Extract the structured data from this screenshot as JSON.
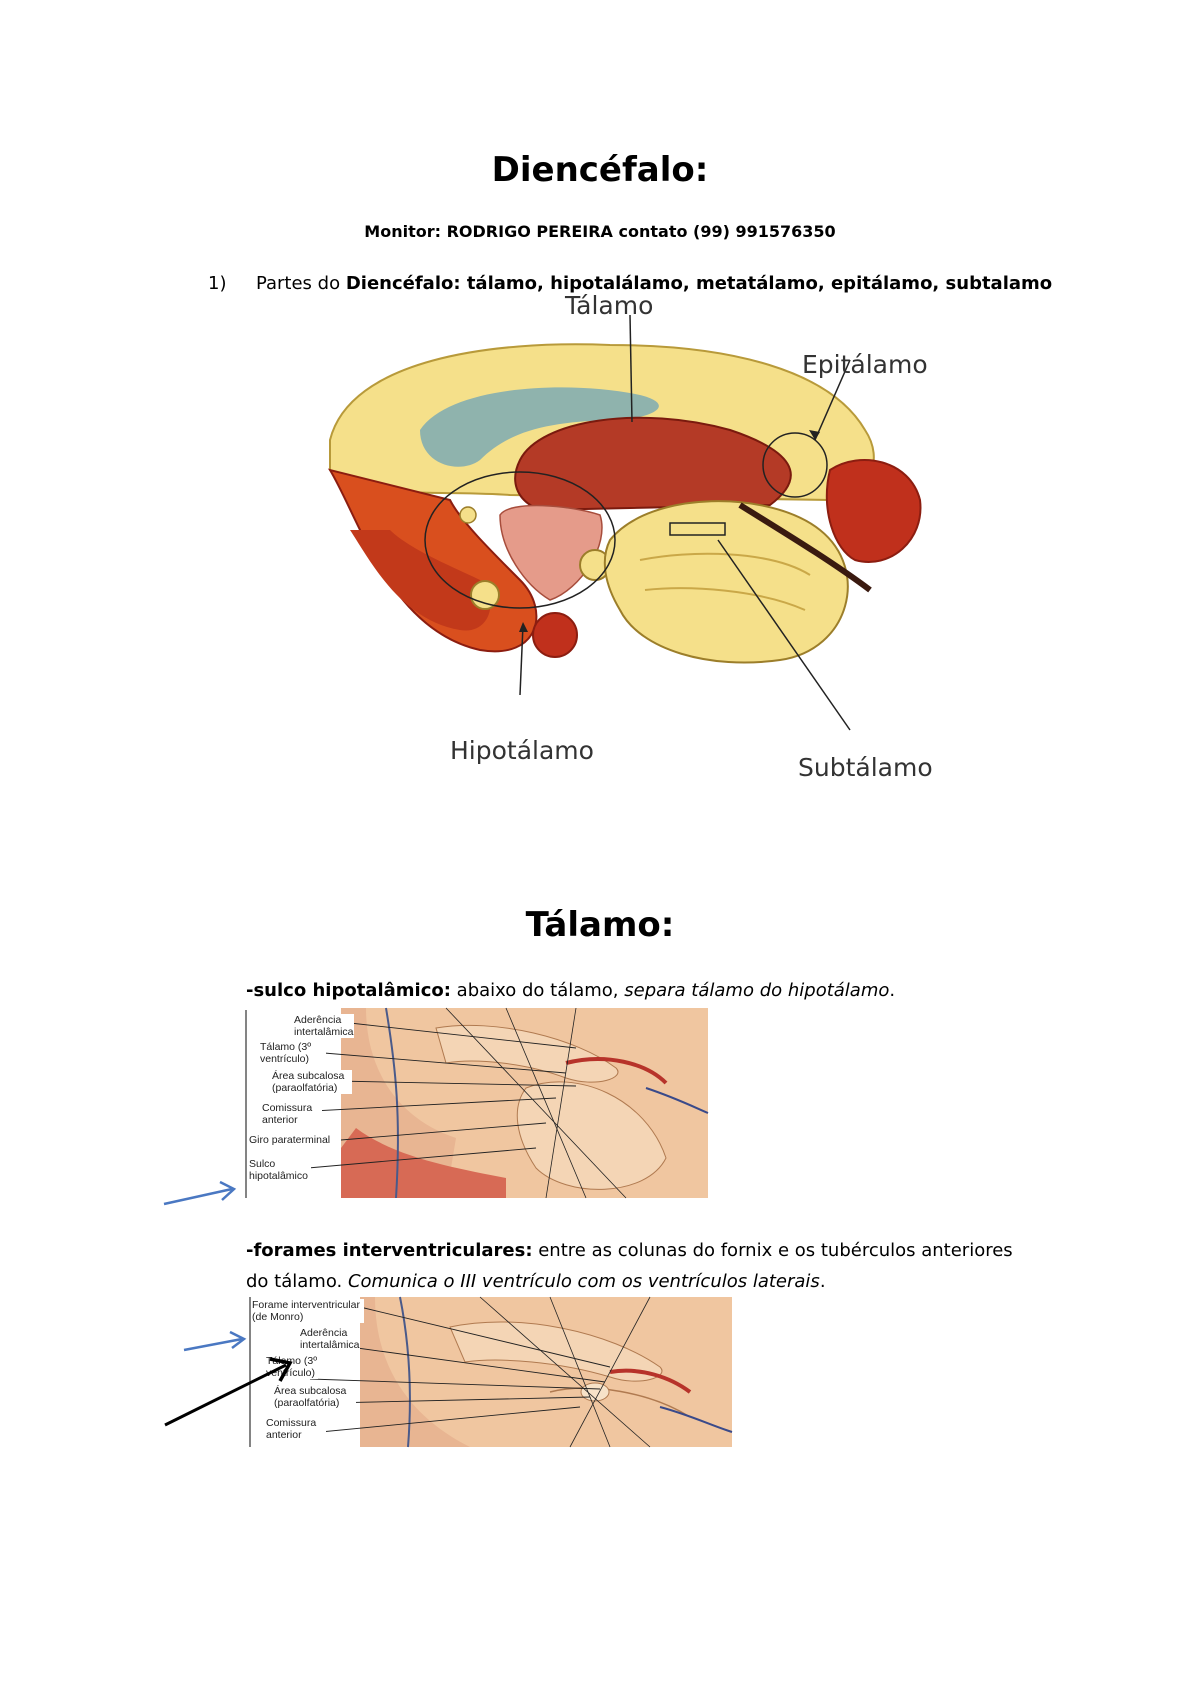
{
  "header": {
    "title": "Diencéfalo:",
    "monitor": "Monitor: RODRIGO PEREIRA contato (99) 991576350"
  },
  "list_item_1": {
    "number": "1)",
    "prefix": "Partes do ",
    "subject": "Diencéfalo:",
    "parts": " tálamo, hipotalálamo, metatálamo, epitálamo, subtalamo"
  },
  "figure1": {
    "labels": {
      "talamo": "Tálamo",
      "epitalamo": "Epitálamo",
      "hipotalamo": "Hipotálamo",
      "subtalamo": "Subtálamo"
    }
  },
  "section2": {
    "title": "Tálamo:"
  },
  "item_sulco": {
    "term": "-sulco hipotalâmico:",
    "text": " abaixo do tálamo, ",
    "italic": "separa tálamo do hipotálamo",
    "end": "."
  },
  "figure2": {
    "labels": [
      "Aderência intertalâmica",
      "Tálamo (3º ventrículo)",
      "Área subcalosa (paraolfatória)",
      "Comissura anterior",
      "Giro paraterminal",
      "Sulco hipotalâmico"
    ]
  },
  "item_forames": {
    "term": "-forames interventriculares:",
    "text": " entre as colunas do fornix e os tubérculos anteriores do tálamo. ",
    "italic": "Comunica o III ventrículo com os ventrículos laterais",
    "end": "."
  },
  "figure3": {
    "labels": [
      "Forame interventricular (de Monro)",
      "Aderência intertalâmica",
      "Tálamo (3º ventrículo)",
      "Área subcalosa (paraolfatória)",
      "Comissura anterior"
    ]
  },
  "colors": {
    "arrow_blue": "#4a78c2",
    "arrow_black": "#000000",
    "brain_yellow": "#f5e08a",
    "brain_red": "#c0301c",
    "brain_dark_red": "#8c1d10",
    "ventricle_blue": "#8fb3ad",
    "atlas_peach": "#f0c6a0"
  }
}
